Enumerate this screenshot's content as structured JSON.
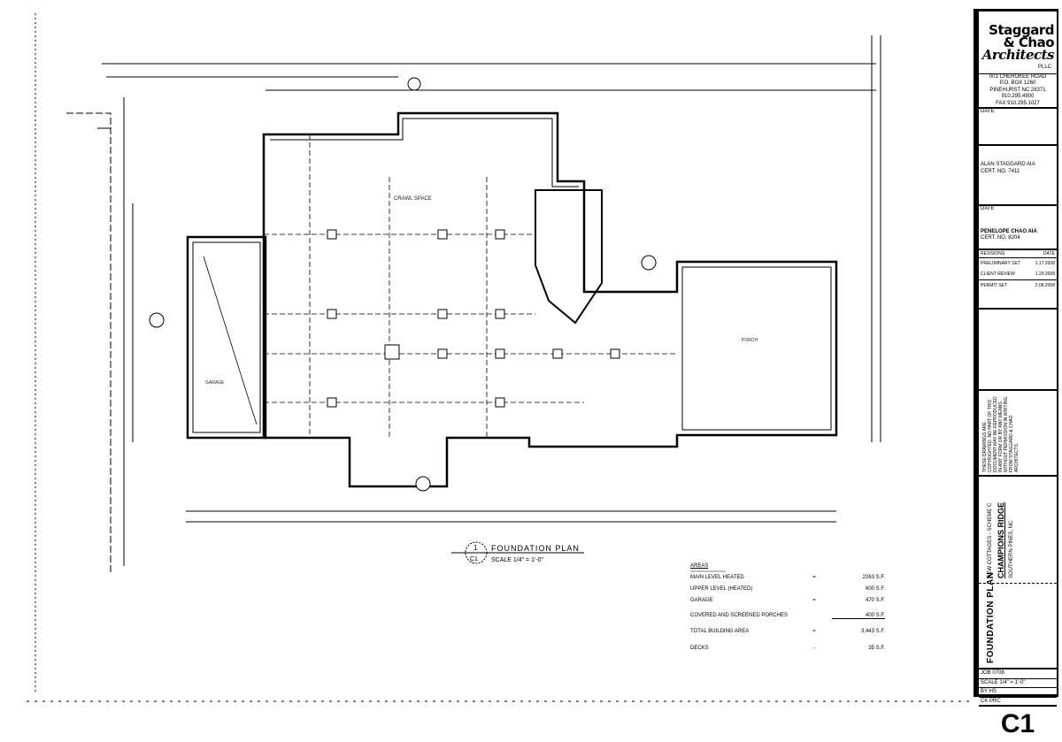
{
  "drawing": {
    "title": "FOUNDATION PLAN",
    "scale": "SCALE 1/4\" = 1'-0\"",
    "detail_number": "1",
    "detail_sheet": "C1",
    "room_labels": [
      "CRAWL SPACE",
      "PORCH",
      "GARAGE"
    ]
  },
  "areas": {
    "heading": "AREAS",
    "rows": [
      {
        "name": "MAIN LEVEL HEATED",
        "eq": "=",
        "value": "2263 S.F."
      },
      {
        "name": "UPPER LEVEL (HEATED)",
        "eq": "",
        "value": "600 S.F."
      },
      {
        "name": "GARAGE",
        "eq": "=",
        "value": "470 S.F."
      },
      {
        "name": "COVERED AND SCREENED PORCHES",
        "eq": "",
        "value": "400 S.F."
      },
      {
        "name": "TOTAL BUILDING AREA",
        "eq": "=",
        "value": "3,443 S.F."
      },
      {
        "name": "DECKS",
        "eq": "-",
        "value": "35 S.F."
      }
    ]
  },
  "title_block": {
    "firm_line1": "Staggard",
    "firm_line2": "& Chao",
    "firm_line3": "Architects",
    "firm_suffix": "PLLC",
    "address": [
      "001 CHEROKEE ROAD",
      "P.O. BOX 1260",
      "PINEHURST NC 28371",
      "910.295.4900",
      "FAX 910.295.1027"
    ],
    "date_label": "DATE",
    "architect1": "ALAN STAGGARD AIA",
    "architect1_cert": "CERT. NO. 7411",
    "architect2": "PENELOPE CHAO AIA",
    "architect2_cert": "CERT. NO. 8204",
    "revisions_header": "REVISIONS",
    "revisions_date_header": "DATE",
    "revisions": [
      {
        "label": "PRELIMINARY SET",
        "date": "1.17.2008"
      },
      {
        "label": "CLIENT REVIEW",
        "date": "1.29.2008"
      },
      {
        "label": "PERMIT SET",
        "date": "2.08.2008"
      }
    ],
    "copyright": "THESE DRAWINGS ARE COPYRIGHTED. NO PART OF THIS DOCUMENT MAY BE REPRODUCED IN ANY FORM OR BY ANY MEANS WITHOUT PERMISSION IN WRITING FROM STAGGARD & CHAO ARCHITECTS.",
    "project_line1": "NEW COTTAGES - SCHEME C",
    "project_name": "CHAMPIONS RIDGE",
    "project_location": "SOUTHERN PINES, NC",
    "sheet_title": "FOUNDATION PLAN",
    "job_label": "JOB",
    "job_value": "0708",
    "scale_label": "SCALE",
    "scale_value": "1/4\" = 1'-0\"",
    "drawn_label": "BY",
    "drawn_value": "HS",
    "checked_label": "CK",
    "checked_value": "PRC",
    "sheet_number": "C1"
  }
}
